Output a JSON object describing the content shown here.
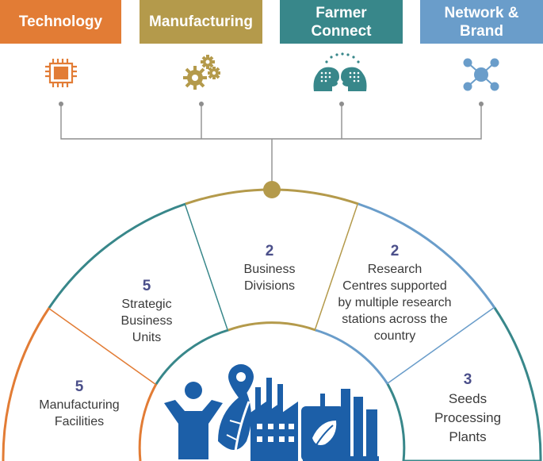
{
  "colors": {
    "technology": "#e27c35",
    "manufacturing": "#b49a4b",
    "farmer": "#38878a",
    "network": "#6a9dca",
    "connector": "#8e8e8e",
    "icons": "#1c5fa8"
  },
  "pillars": [
    {
      "label": "Technology",
      "icon": "chip-icon"
    },
    {
      "label": "Manufacturing",
      "icon": "gears-icon"
    },
    {
      "label": "Farmer\nConnect",
      "icon": "heads-icon"
    },
    {
      "label": "Network &\nBrand",
      "icon": "network-icon"
    }
  ],
  "segments": {
    "facilities": {
      "number": "5",
      "label": "Manufacturing\nFacilities"
    },
    "units": {
      "number": "5",
      "label": "Strategic\nBusiness\nUnits"
    },
    "divisions": {
      "number": "2",
      "label": "Business\nDivisions"
    },
    "research": {
      "number": "2",
      "label": "Research\nCentres supported\nby multiple research\nstations across the\ncountry"
    },
    "plants": {
      "number": "3",
      "label": "Seeds\nProcessing\nPlants"
    }
  },
  "bottom_icons": [
    "person-icon",
    "location-pin-icon",
    "leaf-icon",
    "factory-icon",
    "processing-plant-icon"
  ]
}
